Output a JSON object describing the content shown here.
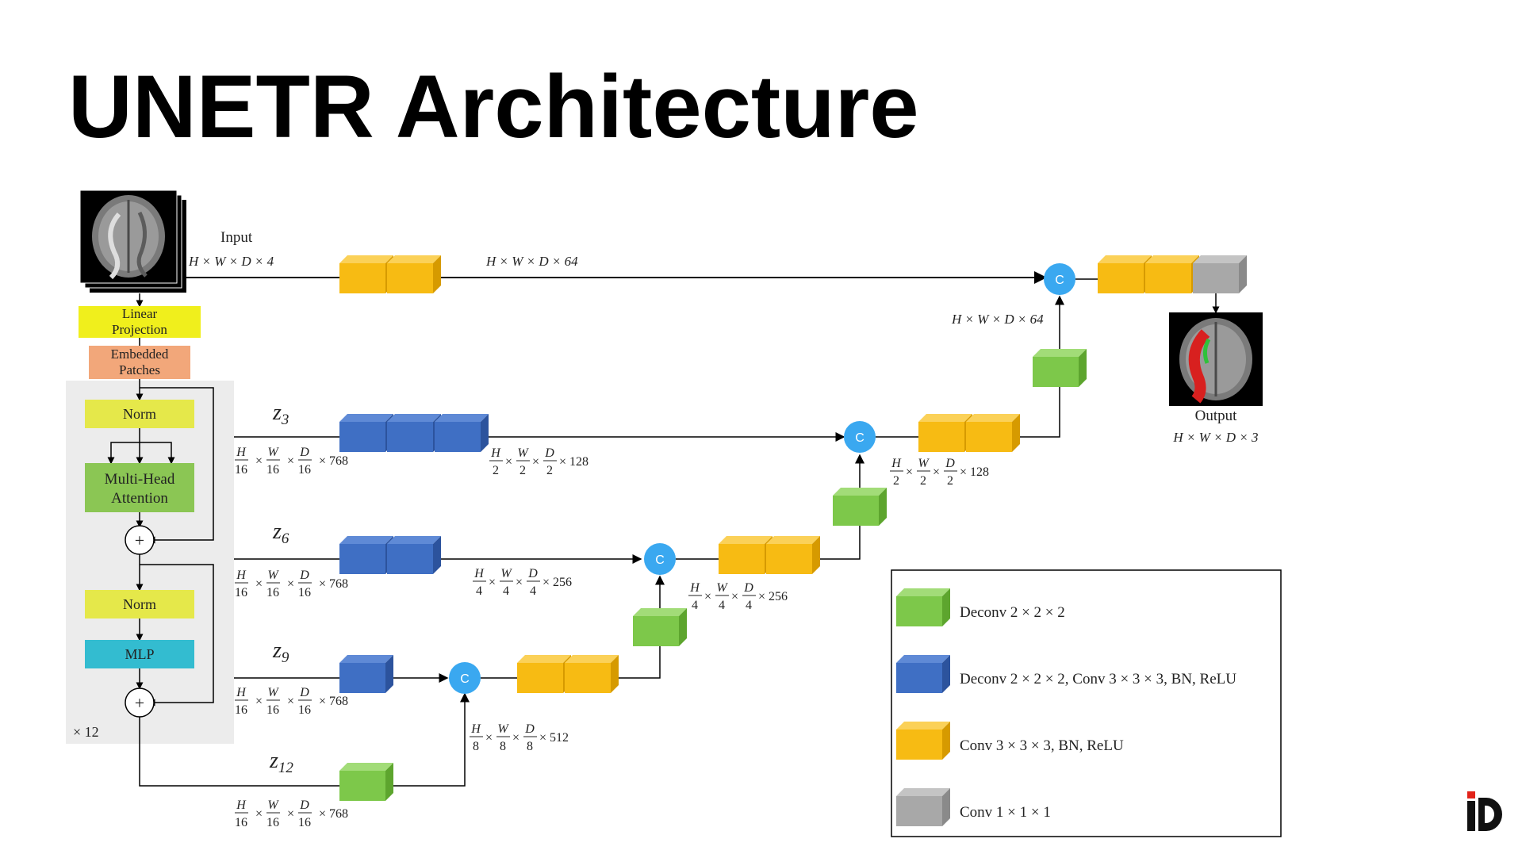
{
  "slide": {
    "title": "UNETR Architecture"
  },
  "encoder": {
    "input_label": "Input",
    "input_shape": "H × W × D × 4",
    "linear_projection": [
      "Linear",
      "Projection"
    ],
    "embedded_patches": [
      "Embedded",
      "Patches"
    ],
    "norm1": "Norm",
    "mha": [
      "Multi-Head",
      "Attention"
    ],
    "plus": "+",
    "norm2": "Norm",
    "mlp": "MLP",
    "repeat": "× 12"
  },
  "skips": {
    "z3": {
      "name": "z",
      "sub": "3"
    },
    "z6": {
      "name": "z",
      "sub": "6"
    },
    "z9": {
      "name": "z",
      "sub": "9"
    },
    "z12": {
      "name": "z",
      "sub": "12"
    },
    "token_shape_suffix": "× 768"
  },
  "shapes": {
    "top_64": "H × W × D × 64",
    "top_64_right": "H × W × D × 64",
    "half_128_left": "× 128",
    "half_128_right": "× 128",
    "quarter_256_left": "× 256",
    "quarter_256_right": "× 256",
    "eighth_512": "× 512",
    "output_shape": "H × W × D × 3"
  },
  "output": {
    "label": "Output"
  },
  "concat_symbol": "C",
  "legend": {
    "items": [
      {
        "color": "#7dc84a",
        "text": "Deconv 2 × 2 × 2"
      },
      {
        "color": "#3f6fc4",
        "text": "Deconv 2 × 2 × 2, Conv 3 × 3 × 3, BN, ReLU"
      },
      {
        "color": "#f7bb13",
        "text": "Conv 3 × 3 × 3, BN, ReLU"
      },
      {
        "color": "#a8a8a8",
        "text": "Conv 1 × 1 × 1"
      }
    ]
  },
  "colors": {
    "green": "#7dc84a",
    "blue": "#3f6fc4",
    "yellow": "#f7bb13",
    "gray": "#a8a8a8",
    "concat": "#3aa8f0",
    "norm": "#e5e84a",
    "linear": "#f0ef1c",
    "embedded": "#f2a77a",
    "mha": "#8bc654",
    "mlp": "#33bcd0",
    "encoder_bg": "#ececec"
  }
}
